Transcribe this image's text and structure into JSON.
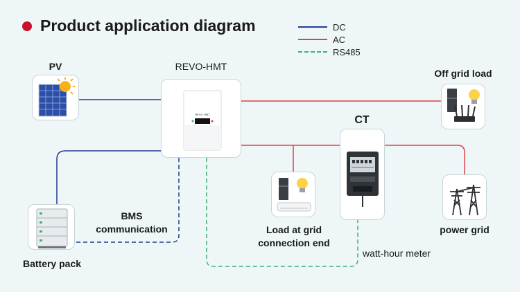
{
  "title": "Product application diagram",
  "colors": {
    "dc": "#1f3f8f",
    "ac": "#d9434b",
    "rs485": "#3bb273",
    "bms_line": "#1f3f8f",
    "title_dot": "#c8102e",
    "background": "#eef6f7"
  },
  "legend": [
    {
      "label": "DC",
      "style": "solid",
      "color": "#1f3f8f"
    },
    {
      "label": "AC",
      "style": "solid",
      "color": "#d9434b"
    },
    {
      "label": "RS485",
      "style": "dashed",
      "color": "#3bb273"
    }
  ],
  "nodes": {
    "pv": {
      "label": "PV",
      "icon": "solar-panel-sun-icon"
    },
    "inverter": {
      "label": "REVO-HMT",
      "screen_text": "REVO HMT",
      "icon": "inverter-icon"
    },
    "off_grid_load": {
      "label": "Off grid load",
      "icon": "fridge-bulb-router-icon"
    },
    "ct": {
      "label": "CT",
      "icon": "watt-hour-meter-icon"
    },
    "watt_hour_meter": {
      "label": "watt-hour meter"
    },
    "grid_load": {
      "label_line1": "Load at grid",
      "label_line2": "connection end",
      "icon": "fridge-bulb-ac-icon"
    },
    "power_grid": {
      "label": "power grid",
      "icon": "power-tower-icon"
    },
    "battery": {
      "label": "Battery pack",
      "icon": "battery-stack-icon"
    },
    "bms": {
      "label_line1": "BMS",
      "label_line2": "communication"
    }
  }
}
